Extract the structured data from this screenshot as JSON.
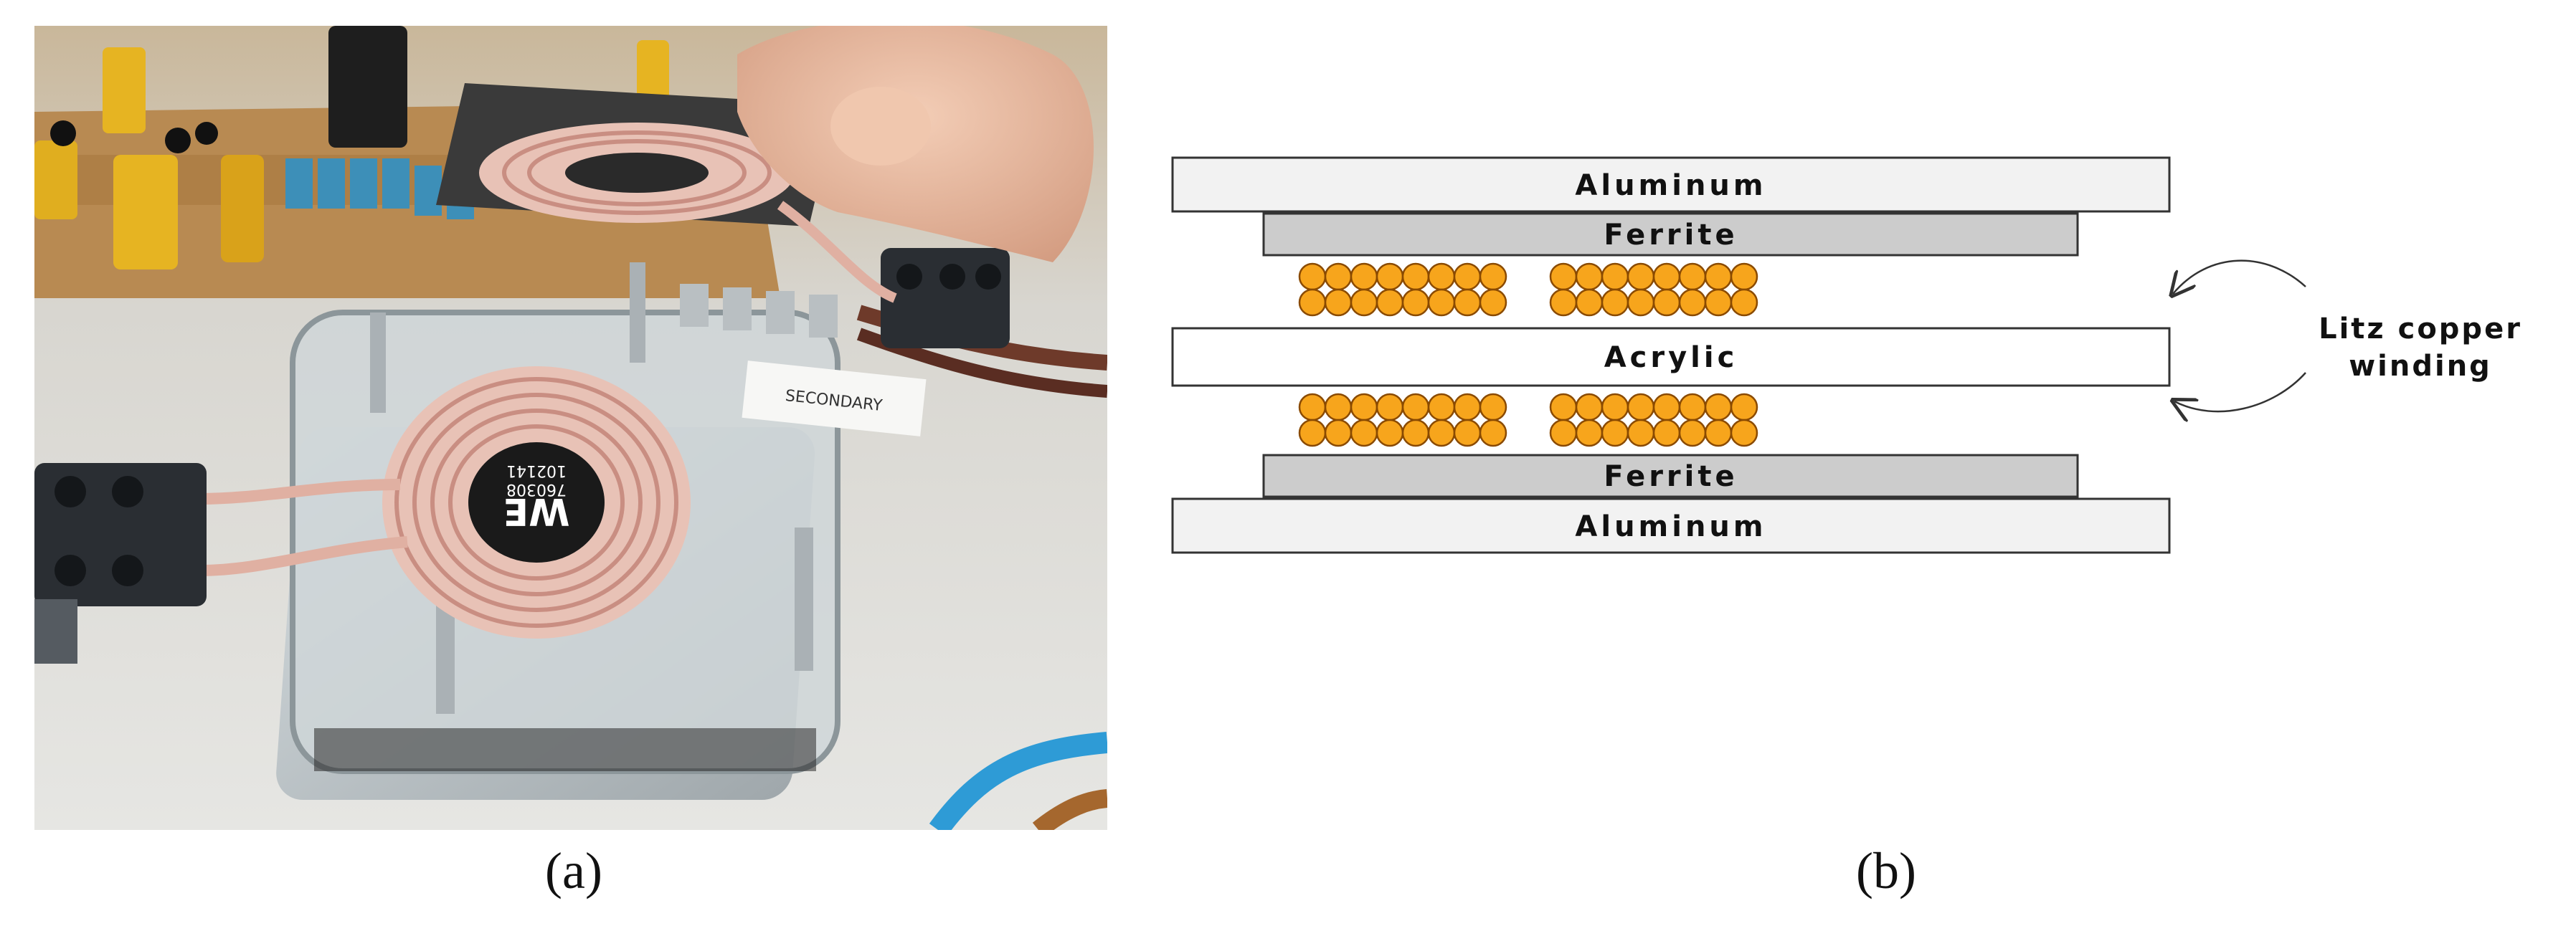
{
  "captions": {
    "panel_a": "(a)",
    "panel_b": "(b)"
  },
  "photo": {
    "sign_text": "SECONDARY",
    "coil_logo": "WE",
    "coil_part": "760308",
    "coil_lot": "102141"
  },
  "diagram": {
    "layers": {
      "top_aluminum": "Aluminum",
      "top_ferrite": "Ferrite",
      "acrylic": "Acrylic",
      "bottom_ferrite": "Ferrite",
      "bottom_aluminum": "Aluminum"
    },
    "callout": {
      "line1": "Litz copper",
      "line2": "winding"
    },
    "colors": {
      "aluminum_fill": "#f2f2f2",
      "ferrite_fill": "#cccccc",
      "acrylic_fill": "#ffffff",
      "wire_fill": "#f7a51c",
      "wire_stroke": "#8a4a00",
      "outline": "#333333"
    },
    "winding": {
      "wires_per_row": 8,
      "rows_per_bundle": 2,
      "bundles_per_side": 2
    }
  }
}
